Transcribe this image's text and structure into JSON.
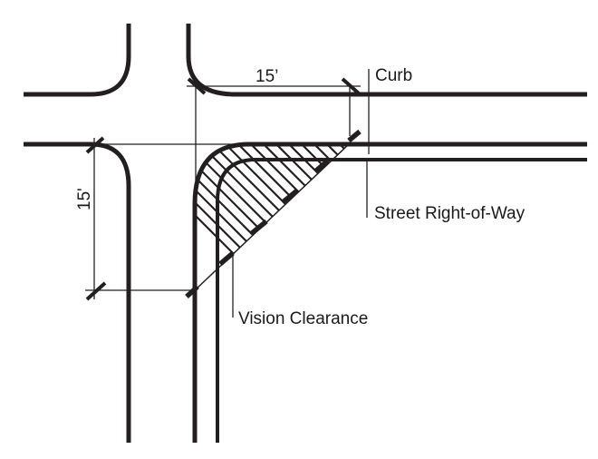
{
  "labels": {
    "curb": "Curb",
    "street_right_of_way": "Street Right-of-Way",
    "vision_clearance": "Vision Clearance",
    "dimension_top": "15’",
    "dimension_left": "15'"
  },
  "colors": {
    "ink": "#231f20",
    "background": "#ffffff"
  }
}
